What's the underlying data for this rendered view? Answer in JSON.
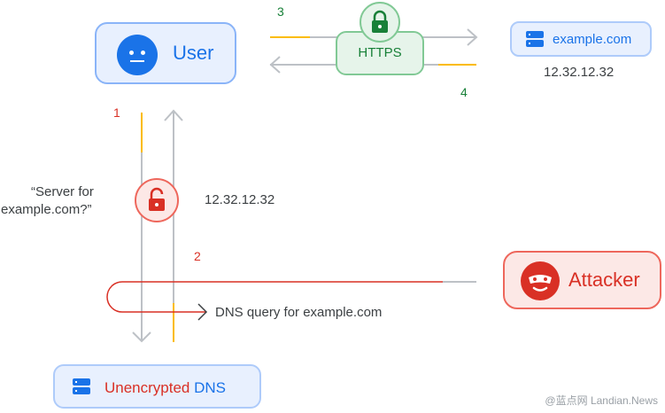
{
  "colors": {
    "blue": "#1a73e8",
    "red": "#d93025",
    "green": "#188038",
    "yellow": "#fbbc04",
    "gray": "#bdc1c6"
  },
  "user": {
    "label": "User",
    "icon": "user-face-icon"
  },
  "secure_channel": {
    "label": "HTTPS",
    "icon": "locked-padlock-icon"
  },
  "website": {
    "label": "example.com",
    "ip": "12.32.12.32",
    "icon": "server-icon"
  },
  "dns": {
    "label_prefix": "Unencrypted",
    "label_suffix": "DNS",
    "icon": "server-icon"
  },
  "attacker": {
    "label": "Attacker",
    "icon": "masked-face-icon"
  },
  "dns_question": {
    "line1": "“Server for",
    "line2": "example.com?”",
    "icon": "unlocked-padlock-icon"
  },
  "dns_answer": "12.32.12.32",
  "dns_query_label": "DNS query for example.com",
  "steps": {
    "one": "1",
    "two": "2",
    "three": "3",
    "four": "4"
  },
  "watermark": "@蓝点网 Landian.News"
}
